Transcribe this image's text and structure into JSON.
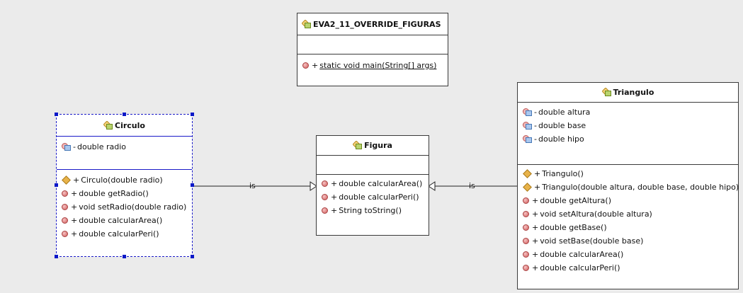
{
  "diagram": {
    "classes": {
      "main": {
        "name": "EVA2_11_OVERRIDE_FIGURAS",
        "methods": [
          {
            "visibility": "+",
            "signature": "static void main(String[] args)",
            "icon": "method-icon",
            "static": true
          }
        ]
      },
      "circulo": {
        "name": "Circulo",
        "fields": [
          {
            "visibility": "-",
            "signature": "double radio",
            "icon": "field-icon"
          }
        ],
        "methods": [
          {
            "visibility": "+",
            "signature": "Circulo(double radio)",
            "icon": "constructor-icon"
          },
          {
            "visibility": "+",
            "signature": "double getRadio()",
            "icon": "method-icon"
          },
          {
            "visibility": "+",
            "signature": "void setRadio(double radio)",
            "icon": "method-icon"
          },
          {
            "visibility": "+",
            "signature": "double calcularArea()",
            "icon": "method-icon"
          },
          {
            "visibility": "+",
            "signature": "double calcularPeri()",
            "icon": "method-icon"
          }
        ]
      },
      "figura": {
        "name": "Figura",
        "methods": [
          {
            "visibility": "+",
            "signature": "double calcularArea()",
            "icon": "method-icon"
          },
          {
            "visibility": "+",
            "signature": "double calcularPeri()",
            "icon": "method-icon"
          },
          {
            "visibility": "+",
            "signature": "String toString()",
            "icon": "method-icon"
          }
        ]
      },
      "triangulo": {
        "name": "Triangulo",
        "fields": [
          {
            "visibility": "-",
            "signature": "double altura",
            "icon": "field-icon"
          },
          {
            "visibility": "-",
            "signature": "double base",
            "icon": "field-icon"
          },
          {
            "visibility": "-",
            "signature": "double hipo",
            "icon": "field-icon"
          }
        ],
        "methods": [
          {
            "visibility": "+",
            "signature": "Triangulo()",
            "icon": "constructor-icon"
          },
          {
            "visibility": "+",
            "signature": "Triangulo(double altura, double base, double hipo)",
            "icon": "constructor-icon"
          },
          {
            "visibility": "+",
            "signature": "double getAltura()",
            "icon": "method-icon"
          },
          {
            "visibility": "+",
            "signature": "void setAltura(double altura)",
            "icon": "method-icon"
          },
          {
            "visibility": "+",
            "signature": "double getBase()",
            "icon": "method-icon"
          },
          {
            "visibility": "+",
            "signature": "void setBase(double base)",
            "icon": "method-icon"
          },
          {
            "visibility": "+",
            "signature": "double calcularArea()",
            "icon": "method-icon"
          },
          {
            "visibility": "+",
            "signature": "double calcularPeri()",
            "icon": "method-icon"
          }
        ]
      }
    },
    "relations": [
      {
        "from": "Circulo",
        "to": "Figura",
        "label": "is",
        "type": "generalization"
      },
      {
        "from": "Triangulo",
        "to": "Figura",
        "label": "is",
        "type": "generalization"
      }
    ],
    "selected_class": "Circulo",
    "colors": {
      "selection": "#0b18c8",
      "background": "#ebebeb",
      "box": "#ffffff"
    }
  }
}
